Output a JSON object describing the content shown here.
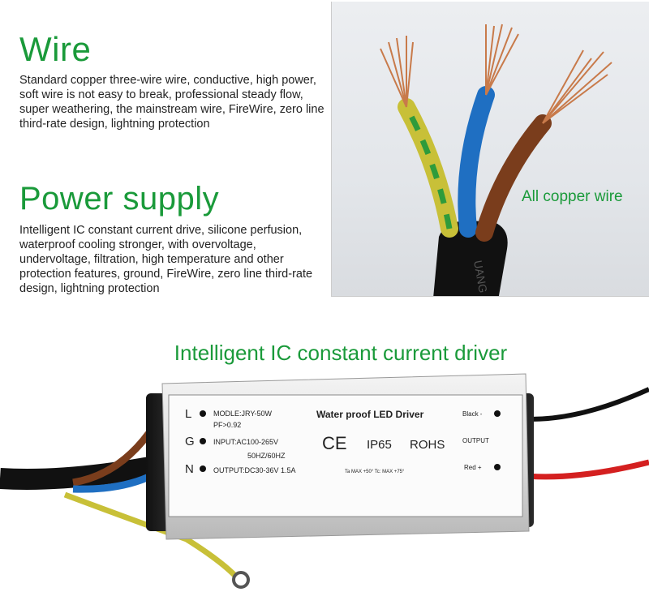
{
  "wire": {
    "title": "Wire",
    "description": "Standard copper three-wire wire, conductive, high power, soft wire is not easy to break, professional steady flow, super weathering, the mainstream wire, FireWire, zero line third-rate design, lightning protection"
  },
  "power_supply": {
    "title": "Power supply",
    "description": "Intelligent IC constant current drive, silicone perfusion, waterproof cooling stronger, with overvoltage, undervoltage, filtration, high temperature and other protection features, ground, FireWire, zero line third-rate design, lightning protection"
  },
  "photo": {
    "caption": "All copper wire",
    "cable_print": "UANG"
  },
  "driver": {
    "heading": "Intelligent IC constant current driver",
    "left_pins": [
      "L",
      "G",
      "N"
    ],
    "model": "MODLE:JRY-50W",
    "pf": "PF>0.92",
    "input": "INPUT:AC100-265V",
    "freq": "50HZ/60HZ",
    "output_spec": "OUTPUT:DC30-36V 1.5A",
    "title": "Water proof LED Driver",
    "ce": "CE",
    "ip": "IP65",
    "rohs": "ROHS",
    "temps": "Ta MAX +50°  Tc: MAX +75°",
    "black": "Black -",
    "output": "OUTPUT",
    "red": "Red +"
  },
  "colors": {
    "accent_green": "#1a9a3a",
    "wire_brown": "#7a3d1c",
    "wire_blue": "#1f6fc2",
    "wire_yellow_green": "#c9c23a",
    "wire_red": "#d42020",
    "cable_black": "#111111"
  }
}
